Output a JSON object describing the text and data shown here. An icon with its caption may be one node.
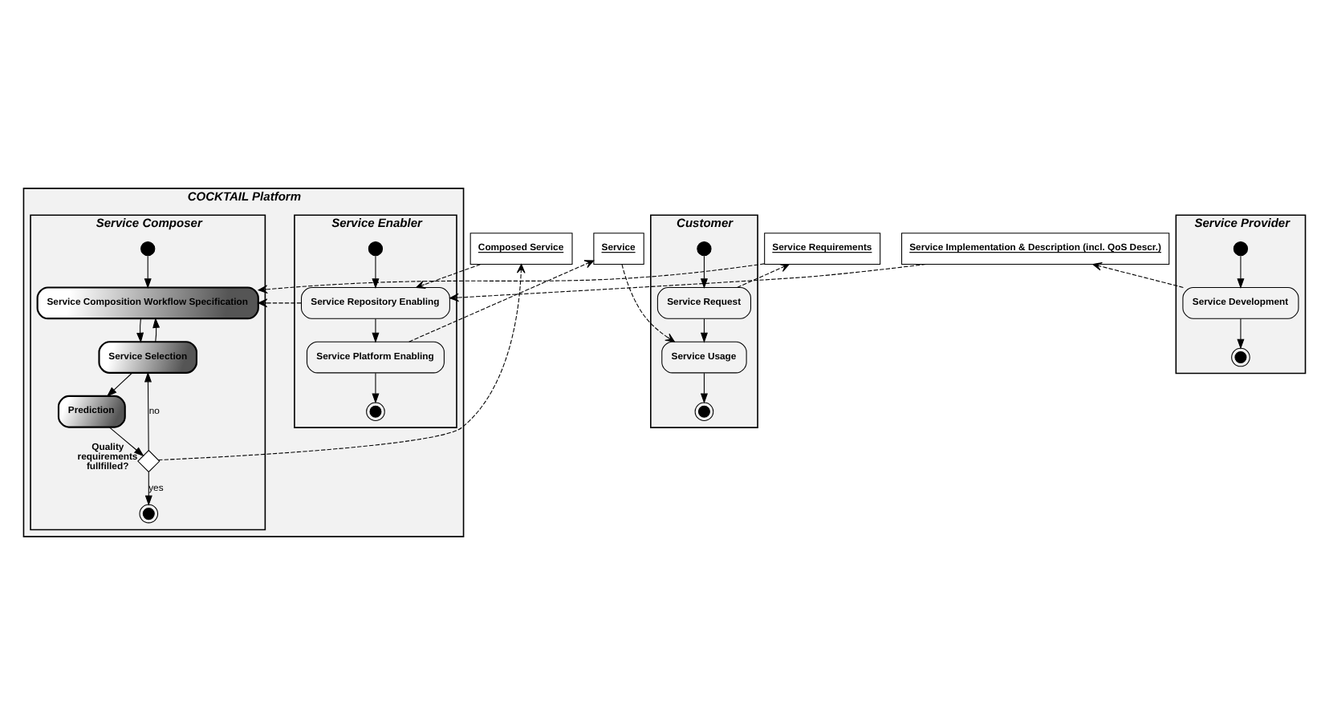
{
  "diagram": {
    "nodes": [
      {
        "text": [
          "COCKTAIL Platform"
        ]
      },
      {
        "text": [
          "Service Enabler"
        ],
        "in": 0
      },
      {
        "text": [
          "Service Composer"
        ],
        "in": 0
      },
      {
        "text": [
          "Service Provider"
        ]
      },
      {
        "text": [
          "Customer"
        ]
      },
      {
        "text": [
          "Service Implementation & Description (incl. QoS Descr.)"
        ]
      },
      {
        "text": [
          "Service Requirements"
        ]
      },
      {
        "text": [
          "Composed Service"
        ]
      },
      {
        "text": [
          "Service"
        ]
      },
      {
        "text": [],
        "shape": "dot",
        "in": 1
      },
      {
        "text": [
          "Service Repository Enabling"
        ],
        "in": 1
      },
      {
        "text": [
          "Service Platform Enabling"
        ],
        "in": 1
      },
      {
        "text": [],
        "shape": "bullseye",
        "in": 1
      },
      {
        "text": [],
        "shape": "dot",
        "in": 2
      },
      {
        "text": [
          "Service Composition Workflow Specification"
        ],
        "in": 2
      },
      {
        "text": [
          "Service Selection"
        ],
        "in": 2
      },
      {
        "text": [
          "Prediction"
        ],
        "in": 2
      },
      {
        "text": [],
        "shape": "diamond",
        "in": 2,
        "beside": [
          "Quality requirements fullfilled?"
        ]
      },
      {
        "text": [],
        "shape": "bullseye",
        "in": 2
      },
      {
        "text": [],
        "shape": "dot",
        "in": 3
      },
      {
        "text": [
          "Service Development"
        ],
        "in": 3
      },
      {
        "text": [],
        "shape": "bullseye",
        "in": 3
      },
      {
        "text": [],
        "shape": "dot",
        "in": 4
      },
      {
        "text": [
          "Service Request"
        ],
        "in": 4
      },
      {
        "text": [
          "Service Usage"
        ],
        "in": 4
      },
      {
        "text": [],
        "shape": "bullseye",
        "in": 4
      }
    ],
    "edges": [
      {
        "from": 9,
        "to": 10,
        "arrow": "to"
      },
      {
        "from": 10,
        "to": 11,
        "arrow": "to"
      },
      {
        "from": 11,
        "to": 12,
        "arrow": "to"
      },
      {
        "from": 13,
        "to": 14,
        "arrow": "to"
      },
      {
        "from": 14,
        "to": 15,
        "arrow": "to"
      },
      {
        "from": 15,
        "to": 14,
        "arrow": "to"
      },
      {
        "from": 15,
        "to": 16,
        "arrow": "to"
      },
      {
        "from": 16,
        "to": 17,
        "arrow": "to"
      },
      {
        "from": 17,
        "to": 15,
        "arrow": "to",
        "label": "no"
      },
      {
        "from": 17,
        "to": 18,
        "arrow": "to",
        "label": "yes"
      },
      {
        "from": 19,
        "to": 20,
        "arrow": "to"
      },
      {
        "from": 20,
        "to": 21,
        "arrow": "to"
      },
      {
        "from": 22,
        "to": 23,
        "arrow": "to"
      },
      {
        "from": 23,
        "to": 24,
        "arrow": "to"
      },
      {
        "from": 24,
        "to": 25,
        "arrow": "to"
      },
      {
        "from": 20,
        "to": 5,
        "arrow": "to",
        "style": "dashed"
      },
      {
        "from": 5,
        "to": 10,
        "arrow": "to",
        "style": "dashed"
      },
      {
        "from": 10,
        "to": 14,
        "arrow": "to",
        "style": "dashed"
      },
      {
        "from": 6,
        "to": 14,
        "arrow": "to",
        "style": "dashed"
      },
      {
        "from": 23,
        "to": 6,
        "arrow": "to",
        "style": "dashed"
      },
      {
        "from": 17,
        "to": 7,
        "arrow": "to",
        "style": "dashed"
      },
      {
        "from": 7,
        "to": 10,
        "arrow": "to",
        "style": "dashed"
      },
      {
        "from": 11,
        "to": 8,
        "arrow": "to",
        "style": "dashed"
      },
      {
        "from": 8,
        "to": 24,
        "arrow": "to",
        "style": "dashed"
      }
    ]
  }
}
